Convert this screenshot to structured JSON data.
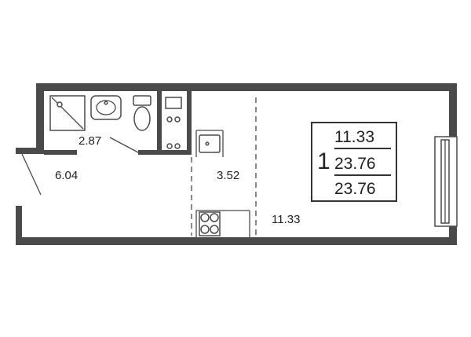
{
  "rooms": {
    "bathroom_area": "2.87",
    "hallway_area": "6.04",
    "kitchen_area": "3.52",
    "living_area": "11.33"
  },
  "summary": {
    "room_count": "1",
    "living_area": "11.33",
    "total_area": "23.76",
    "total_area_with_balcony": "23.76"
  },
  "colors": {
    "wall": "#4a4a4a",
    "background": "#ffffff",
    "text": "#222222"
  }
}
